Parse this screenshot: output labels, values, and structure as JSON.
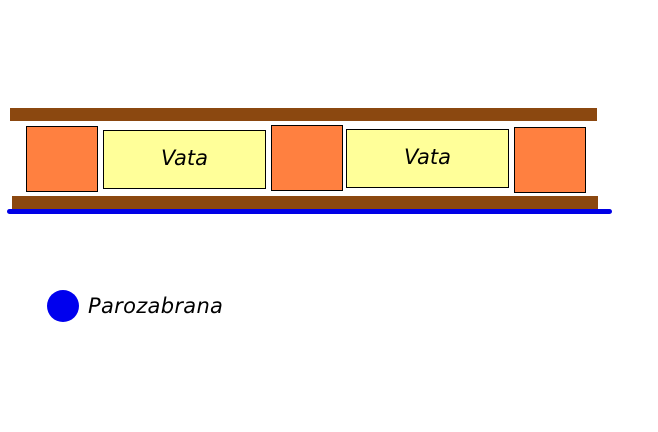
{
  "layers": {
    "insulation_1": {
      "label": "Vata"
    },
    "insulation_2": {
      "label": "Vata"
    }
  },
  "legend": {
    "label": "Parozabrana"
  },
  "colors": {
    "board": "#8b4810",
    "beam": "#ff8040",
    "insulation": "#ffff99",
    "vapor_barrier": "#0000ee"
  }
}
